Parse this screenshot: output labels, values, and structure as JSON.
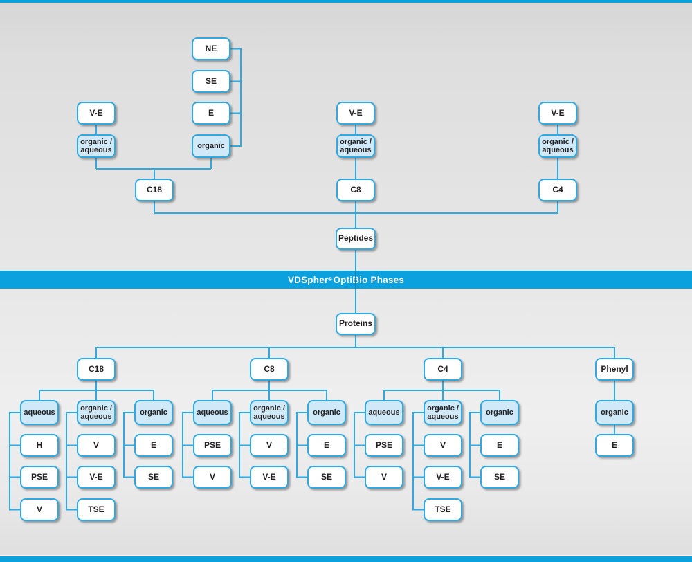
{
  "banner": {
    "brand": "VDSpher",
    "reg": "®",
    "rest": " OptiBio Phases"
  },
  "colors": {
    "accent_blue": "#0BA0DE",
    "line_blue": "#2FA9E1",
    "box_tint": "#CFE9F8",
    "box_border": "#2FA9E1"
  },
  "top_tree": {
    "root": "Peptides",
    "groups": [
      {
        "column": "C18",
        "modes": [
          {
            "mode": "organic /\naqueous",
            "types": [
              "V-E"
            ]
          },
          {
            "mode": "organic",
            "types": [
              "NE",
              "SE",
              "E"
            ]
          }
        ]
      },
      {
        "column": "C8",
        "modes": [
          {
            "mode": "organic /\naqueous",
            "types": [
              "V-E"
            ]
          }
        ]
      },
      {
        "column": "C4",
        "modes": [
          {
            "mode": "organic /\naqueous",
            "types": [
              "V-E"
            ]
          }
        ]
      }
    ]
  },
  "bottom_tree": {
    "root": "Proteins",
    "groups": [
      {
        "column": "C18",
        "modes": [
          {
            "mode": "aqueous",
            "types": [
              "H",
              "PSE",
              "V"
            ]
          },
          {
            "mode": "organic /\naqueous",
            "types": [
              "V",
              "V-E",
              "TSE"
            ]
          },
          {
            "mode": "organic",
            "types": [
              "E",
              "SE"
            ]
          }
        ]
      },
      {
        "column": "C8",
        "modes": [
          {
            "mode": "aqueous",
            "types": [
              "PSE",
              "V"
            ]
          },
          {
            "mode": "organic /\naqueous",
            "types": [
              "V",
              "V-E"
            ]
          },
          {
            "mode": "organic",
            "types": [
              "E",
              "SE"
            ]
          }
        ]
      },
      {
        "column": "C4",
        "modes": [
          {
            "mode": "aqueous",
            "types": [
              "PSE",
              "V"
            ]
          },
          {
            "mode": "organic /\naqueous",
            "types": [
              "V",
              "V-E",
              "TSE"
            ]
          },
          {
            "mode": "organic",
            "types": [
              "E",
              "SE"
            ]
          }
        ]
      },
      {
        "column": "Phenyl",
        "modes": [
          {
            "mode": "organic",
            "types": [
              "E"
            ]
          }
        ]
      }
    ]
  }
}
